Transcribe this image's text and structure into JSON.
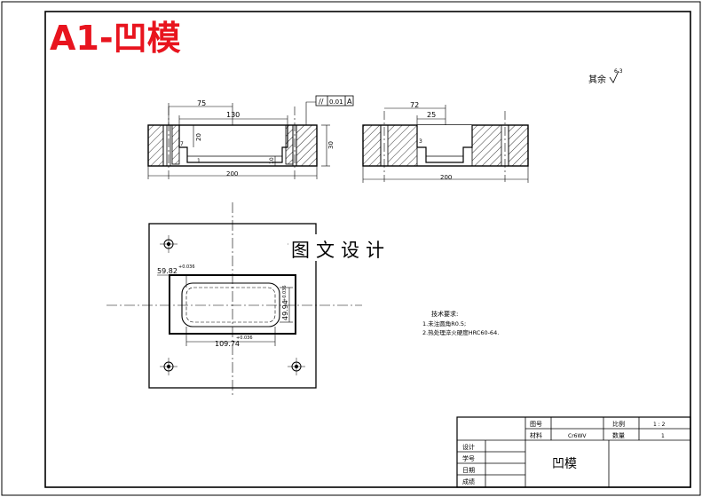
{
  "title": "A1-凹模",
  "watermark": "图文设计",
  "roughness_note": {
    "label": "其余",
    "value": "6.3"
  },
  "tolerance_frame": {
    "symbol": "//",
    "value": "0.01",
    "datum": "A"
  },
  "front_view_dims": {
    "d75": "75",
    "d130": "130",
    "d200": "200",
    "d30": "30",
    "d20": "20",
    "d10": "10",
    "d7": "7",
    "d1": "1"
  },
  "side_view_dims": {
    "d72": "72",
    "d25": "25",
    "d200": "200",
    "d3": "3"
  },
  "plan_view_dims": {
    "width": "109.74",
    "width_tol": "+0.036",
    "height": "49.94",
    "height_tol": "+0.036",
    "left": "59.82",
    "left_tol": "+0.036"
  },
  "technical_requirements": {
    "heading": "技术要求:",
    "items": [
      "1.未注圆角R0.5;",
      "2.热处理淬火硬度HRC60-64."
    ]
  },
  "title_block": {
    "drawing_no_label": "图号",
    "material_label": "材料",
    "material_value": "Cr6WV",
    "scale_label": "比例",
    "scale_value": "1 : 2",
    "qty_label": "数量",
    "qty_value": "1",
    "design_label": "设计",
    "student_id_label": "学号",
    "date_label": "日期",
    "grade_label": "成绩",
    "part_name": "凹模"
  },
  "colors": {
    "title": "#e8141e",
    "line": "#000000",
    "paper": "#ffffff"
  }
}
